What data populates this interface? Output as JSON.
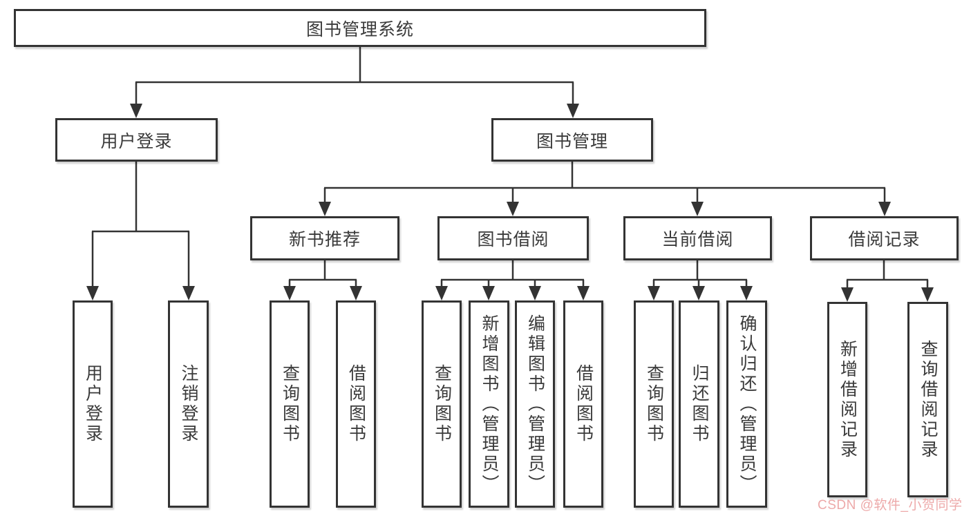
{
  "tree": {
    "label": "图书管理系统",
    "children": [
      {
        "label": "用户登录",
        "children": [
          {
            "label": "用户登录"
          },
          {
            "label": "注销登录"
          }
        ]
      },
      {
        "label": "图书管理",
        "children": [
          {
            "label": "新书推荐",
            "children": [
              {
                "label": "查询图书"
              },
              {
                "label": "借阅图书"
              }
            ]
          },
          {
            "label": "图书借阅",
            "children": [
              {
                "label": "查询图书"
              },
              {
                "label": "新增图书（管理员）"
              },
              {
                "label": "编辑图书（管理员）"
              },
              {
                "label": "借阅图书"
              }
            ]
          },
          {
            "label": "当前借阅",
            "children": [
              {
                "label": "查询图书"
              },
              {
                "label": "归还图书"
              },
              {
                "label": "确认归还（管理员）"
              }
            ]
          },
          {
            "label": "借阅记录",
            "children": [
              {
                "label": "新增借阅记录"
              },
              {
                "label": "查询借阅记录"
              }
            ]
          }
        ]
      }
    ]
  },
  "watermark": "CSDN @软件_小贺同学",
  "colors": {
    "line": "#333333",
    "text": "#3a3a3a",
    "box_background": "#ffffff",
    "watermark": "#eda9a9",
    "background": "#ffffff"
  }
}
